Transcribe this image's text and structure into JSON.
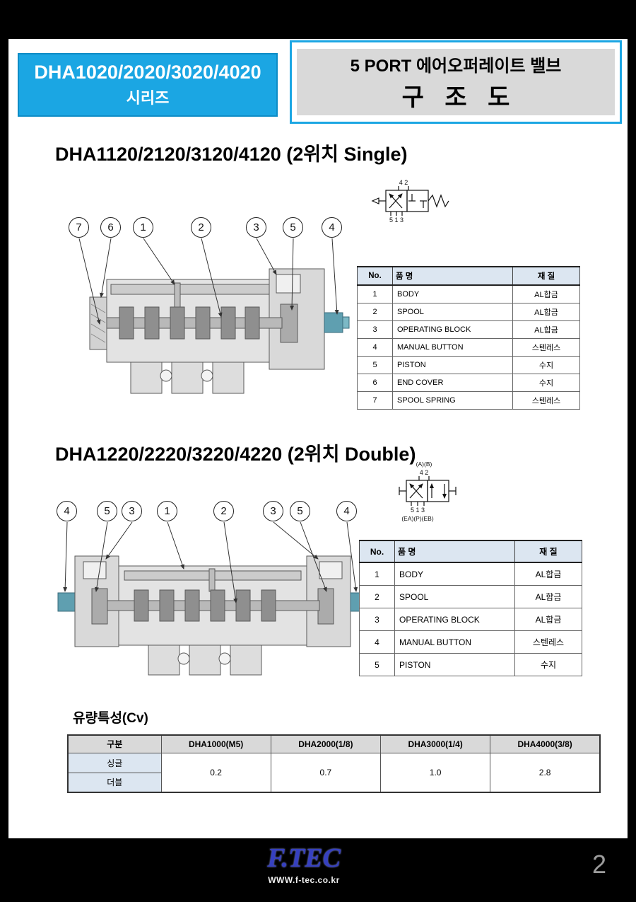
{
  "header": {
    "series_title": "DHA1020/2020/3020/4020",
    "series_subtitle": "시리즈",
    "doc_title_line1": "5 PORT 에어오퍼레이트 밸브",
    "doc_title_line2": "구 조 도"
  },
  "single_section": {
    "heading": "DHA1120/2120/3120/4120 (2위치  Single)",
    "callouts": [
      "7",
      "6",
      "1",
      "2",
      "3",
      "5",
      "4"
    ],
    "symbol": {
      "top_ports": "4 2",
      "bottom_ports": "5 1 3"
    },
    "parts_table": {
      "headers": {
        "no": "No.",
        "name": "품 명",
        "material": "재 질"
      },
      "rows": [
        {
          "no": "1",
          "name": "BODY",
          "material": "AL합금"
        },
        {
          "no": "2",
          "name": "SPOOL",
          "material": "AL합금"
        },
        {
          "no": "3",
          "name": "OPERATING BLOCK",
          "material": "AL합금"
        },
        {
          "no": "4",
          "name": "MANUAL BUTTON",
          "material": "스텐레스"
        },
        {
          "no": "5",
          "name": "PISTON",
          "material": "수지"
        },
        {
          "no": "6",
          "name": "END COVER",
          "material": "수지"
        },
        {
          "no": "7",
          "name": "SPOOL SPRING",
          "material": "스텐레스"
        }
      ]
    }
  },
  "double_section": {
    "heading": "DHA1220/2220/3220/4220 (2위치  Double)",
    "callouts": [
      "4",
      "5",
      "3",
      "1",
      "2",
      "3",
      "5",
      "4"
    ],
    "symbol": {
      "top_labels": "(A)(B)",
      "top_ports": "4 2",
      "bottom_ports": "5 1 3",
      "bottom_labels": "(EA)(P)(EB)"
    },
    "parts_table": {
      "headers": {
        "no": "No.",
        "name": "품 명",
        "material": "재 질"
      },
      "rows": [
        {
          "no": "1",
          "name": "BODY",
          "material": "AL합금"
        },
        {
          "no": "2",
          "name": "SPOOL",
          "material": "AL합금"
        },
        {
          "no": "3",
          "name": "OPERATING BLOCK",
          "material": "AL합금"
        },
        {
          "no": "4",
          "name": "MANUAL BUTTON",
          "material": "스텐레스"
        },
        {
          "no": "5",
          "name": "PISTON",
          "material": "수지"
        }
      ]
    }
  },
  "flow_section": {
    "heading": "유량특성(Cv)",
    "table": {
      "col_headers": [
        "구분",
        "DHA1000(M5)",
        "DHA2000(1/8)",
        "DHA3000(1/4)",
        "DHA4000(3/8)"
      ],
      "row_headers": [
        "싱글",
        "더블"
      ],
      "values": [
        "0.2",
        "0.7",
        "1.0",
        "2.8"
      ]
    }
  },
  "footer": {
    "logo_text": "F.TEC",
    "website": "WWW.f-tec.co.kr",
    "page_number": "2"
  }
}
